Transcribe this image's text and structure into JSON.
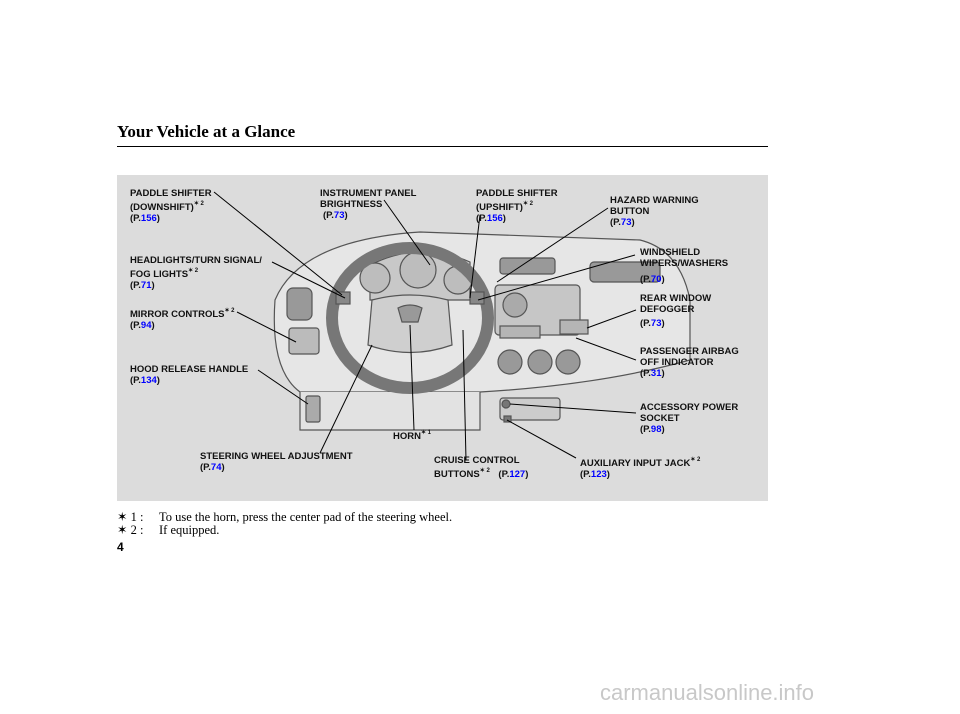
{
  "page": {
    "title": "Your Vehicle at a Glance",
    "page_number": "4",
    "watermark": "carmanualsonline.info"
  },
  "labels": {
    "paddle_down": {
      "line1": "PADDLE SHIFTER",
      "line2": "(DOWNSHIFT)",
      "mark": "✶ 2",
      "page": "156"
    },
    "instrument": {
      "line1": "INSTRUMENT PANEL",
      "line2": "BRIGHTNESS",
      "page": "73"
    },
    "paddle_up": {
      "line1": "PADDLE SHIFTER",
      "line2": "(UPSHIFT)",
      "mark": "✶ 2",
      "page": "156"
    },
    "hazard": {
      "line1": "HAZARD WARNING",
      "line2": "BUTTON",
      "page": "73"
    },
    "headlights": {
      "line1": "HEADLIGHTS/TURN SIGNAL/",
      "line2": "FOG LIGHTS",
      "mark": "✶ 2",
      "page": "71"
    },
    "wipers": {
      "line1": "WINDSHIELD",
      "line2": "WIPERS/WASHERS",
      "page": "70"
    },
    "mirror": {
      "line1": "MIRROR CONTROLS",
      "mark": "✶ 2",
      "page": "94"
    },
    "defogger": {
      "line1": "REAR WINDOW",
      "line2": "DEFOGGER",
      "page": "73"
    },
    "passenger": {
      "line1": "PASSENGER AIRBAG",
      "line2": "OFF INDICATOR",
      "page": "31"
    },
    "hood": {
      "line1": "HOOD RELEASE HANDLE",
      "page": "134"
    },
    "accessory": {
      "line1": "ACCESSORY POWER",
      "line2": "SOCKET",
      "page": "98"
    },
    "horn": {
      "line1": "HORN",
      "mark": "✶ 1"
    },
    "steering": {
      "line1": "STEERING WHEEL ADJUSTMENT",
      "page": "74"
    },
    "cruise": {
      "line1": "CRUISE CONTROL",
      "line2": "BUTTONS",
      "mark": "✶ 2",
      "page": "127"
    },
    "aux": {
      "line1": "AUXILIARY INPUT JACK",
      "mark": "✶ 2",
      "page": "123"
    }
  },
  "ref_prefix": "(P.",
  "ref_suffix": ")",
  "footnotes": [
    {
      "key": "✶ 1 :",
      "text": "To use the horn, press the center pad of the steering wheel."
    },
    {
      "key": "✶ 2 :",
      "text": "If equipped."
    }
  ]
}
